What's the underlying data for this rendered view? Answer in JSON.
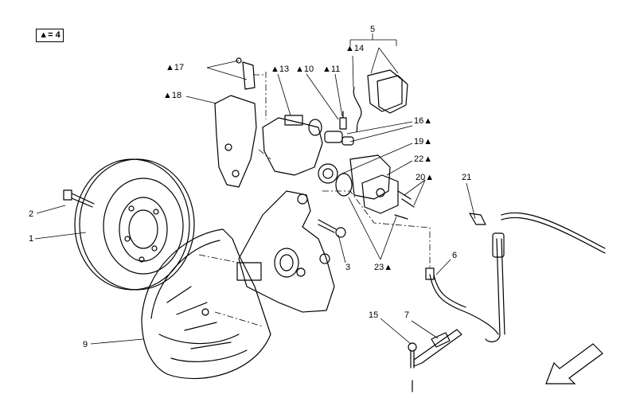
{
  "legend": {
    "text": "▲= 4"
  },
  "callouts": [
    {
      "id": "c1",
      "text": "1"
    },
    {
      "id": "c2",
      "text": "2"
    },
    {
      "id": "c3",
      "text": "3"
    },
    {
      "id": "c5",
      "text": "5"
    },
    {
      "id": "c6",
      "text": "6"
    },
    {
      "id": "c7",
      "text": "7"
    },
    {
      "id": "c9",
      "text": "9"
    },
    {
      "id": "c10",
      "text": "▲10"
    },
    {
      "id": "c11",
      "text": "▲11"
    },
    {
      "id": "c13",
      "text": "▲13"
    },
    {
      "id": "c14",
      "text": "▲14"
    },
    {
      "id": "c15",
      "text": "15"
    },
    {
      "id": "c16",
      "text": "16▲"
    },
    {
      "id": "c17",
      "text": "▲17"
    },
    {
      "id": "c18",
      "text": "▲18"
    },
    {
      "id": "c19",
      "text": "19▲"
    },
    {
      "id": "c20",
      "text": "20▲"
    },
    {
      "id": "c21",
      "text": "21"
    },
    {
      "id": "c22",
      "text": "22▲"
    },
    {
      "id": "c23",
      "text": "23▲"
    }
  ],
  "colors": {
    "line": "#000000",
    "background": "#ffffff"
  }
}
